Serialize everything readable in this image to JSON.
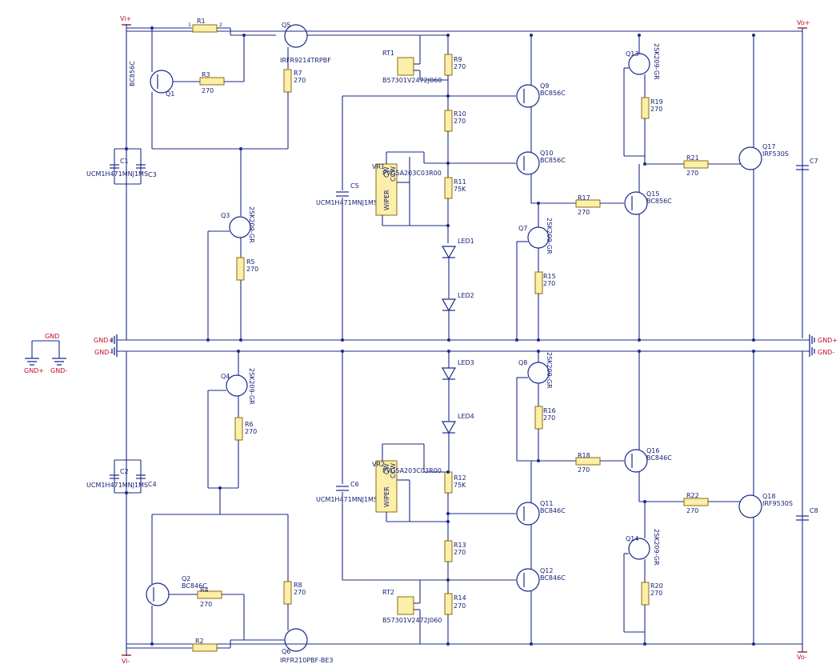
{
  "schematic": {
    "nets": {
      "vi_pos": "Vi+",
      "vi_neg": "Vi-",
      "vo_pos": "Vo+",
      "vo_neg": "Vo-",
      "gnd_pos": "GND+",
      "gnd_neg": "GND-",
      "gnd": "GND"
    },
    "resistors": {
      "r1": {
        "ref": "R1",
        "value": ""
      },
      "r2": {
        "ref": "R2",
        "value": ""
      },
      "r3": {
        "ref": "R3",
        "value": "270"
      },
      "r4": {
        "ref": "R4",
        "value": "270"
      },
      "r5": {
        "ref": "R5",
        "value": "270"
      },
      "r6": {
        "ref": "R6",
        "value": "270"
      },
      "r7": {
        "ref": "R7",
        "value": "270"
      },
      "r8": {
        "ref": "R8",
        "value": "270"
      },
      "r9": {
        "ref": "R9",
        "value": "270"
      },
      "r10": {
        "ref": "R10",
        "value": "270"
      },
      "r11": {
        "ref": "R11",
        "value": "75K"
      },
      "r12": {
        "ref": "R12",
        "value": "75K"
      },
      "r13": {
        "ref": "R13",
        "value": "270"
      },
      "r14": {
        "ref": "R14",
        "value": "270"
      },
      "r15": {
        "ref": "R15",
        "value": "270"
      },
      "r16": {
        "ref": "R16",
        "value": "270"
      },
      "r17": {
        "ref": "R17",
        "value": "270"
      },
      "r18": {
        "ref": "R18",
        "value": "270"
      },
      "r19": {
        "ref": "R19",
        "value": "270"
      },
      "r20": {
        "ref": "R20",
        "value": "270"
      },
      "r21": {
        "ref": "R21",
        "value": "270"
      },
      "r22": {
        "ref": "R22",
        "value": "270"
      }
    },
    "transistors": {
      "q1": {
        "ref": "Q1",
        "part": "BC856C"
      },
      "q2": {
        "ref": "Q2",
        "part": "BC846C"
      },
      "q3": {
        "ref": "Q3",
        "part": "2SK209-GR"
      },
      "q4": {
        "ref": "Q4",
        "part": "2SK209-GR"
      },
      "q5": {
        "ref": "Q5",
        "part": "IRFR9214TRPBF"
      },
      "q6": {
        "ref": "Q6",
        "part": "IRFR210PBF-BE3"
      },
      "q7": {
        "ref": "Q7",
        "part": "2SK209-GR"
      },
      "q8": {
        "ref": "Q8",
        "part": "2SK209-GR"
      },
      "q9": {
        "ref": "Q9",
        "part": "BC856C"
      },
      "q10": {
        "ref": "Q10",
        "part": "BC856C"
      },
      "q11": {
        "ref": "Q11",
        "part": "BC846C"
      },
      "q12": {
        "ref": "Q12",
        "part": "BC846C"
      },
      "q13": {
        "ref": "Q13",
        "part": "2SK209-GR"
      },
      "q14": {
        "ref": "Q14",
        "part": "2SK209-GR"
      },
      "q15": {
        "ref": "Q15",
        "part": "BC856C"
      },
      "q16": {
        "ref": "Q16",
        "part": "BC846C"
      },
      "q17": {
        "ref": "Q17",
        "part": "IRF530S"
      },
      "q18": {
        "ref": "Q18",
        "part": "IRF9530S"
      }
    },
    "capacitors": {
      "c1": {
        "ref": "C1",
        "part": "UCM1H471MNJ1MS"
      },
      "c2": {
        "ref": "C2",
        "part": "UCM1H471MNJ1MS"
      },
      "c3": {
        "ref": "C3"
      },
      "c4": {
        "ref": "C4"
      },
      "c5": {
        "ref": "C5",
        "part": "UCM1H471MNJ1MS"
      },
      "c6": {
        "ref": "C6",
        "part": "UCM1H471MNJ1MS"
      },
      "c7": {
        "ref": "C7"
      },
      "c8": {
        "ref": "C8"
      }
    },
    "thermistors": {
      "rt1": {
        "ref": "RT1",
        "part": "B57301V2472J060"
      },
      "rt2": {
        "ref": "RT2",
        "part": "B57301V2472J060"
      }
    },
    "trimpots": {
      "vr1": {
        "ref": "VR1",
        "part": "PVG5A203C03R00"
      },
      "vr2": {
        "ref": "VR2",
        "part": "PVG5A203C03R00"
      },
      "cw": "CW",
      "ccw": "CCW",
      "wiper": "WIPER"
    },
    "leds": {
      "led1": "LED1",
      "led2": "LED2",
      "led3": "LED3",
      "led4": "LED4"
    },
    "colors": {
      "wire": "#1b2a8a",
      "resistor_body": "#fbefa9",
      "net_label": "#c0102a"
    }
  }
}
